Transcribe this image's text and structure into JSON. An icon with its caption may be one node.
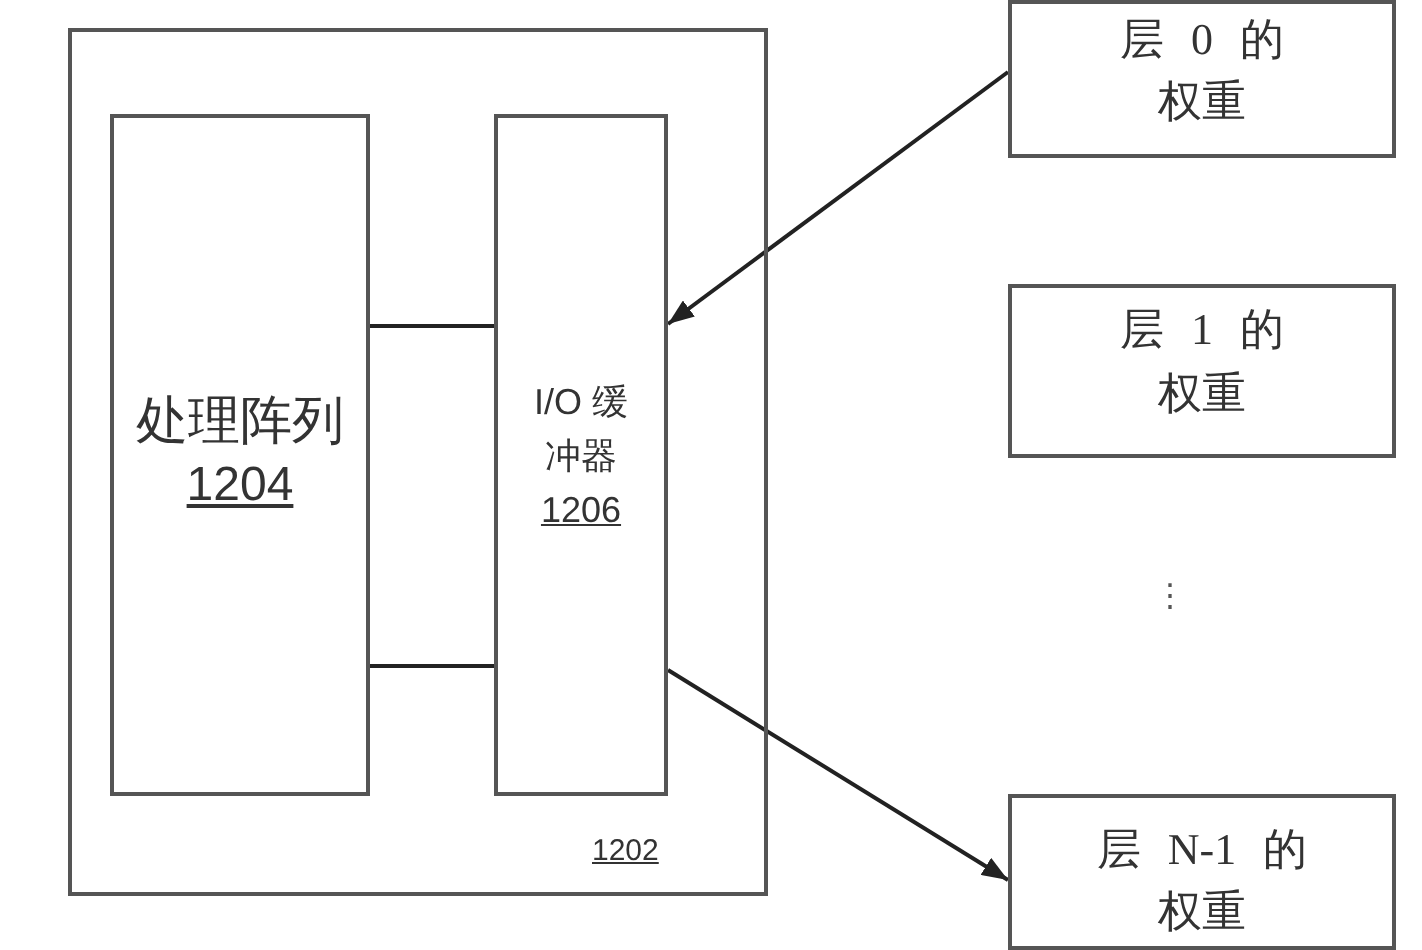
{
  "diagram": {
    "nodes": [
      {
        "text": [
          "1202"
        ]
      },
      {
        "text": [
          "处理阵列",
          "1204"
        ],
        "in": 0
      },
      {
        "text": [
          "I/O 缓冲器",
          "1206"
        ],
        "in": 0
      },
      {
        "text": [
          "层 0 的权重"
        ]
      },
      {
        "text": [
          "层 1 的权重"
        ]
      },
      {
        "text": [
          "层 N-1 的权重"
        ]
      }
    ],
    "edges": [
      {
        "from": 1,
        "to": 2,
        "arrow": "none"
      },
      {
        "from": 1,
        "to": 2,
        "arrow": "none"
      },
      {
        "from": 3,
        "to": 2,
        "arrow": "to"
      },
      {
        "from": 2,
        "to": 5,
        "arrow": "to"
      }
    ],
    "labels": [
      "⋮"
    ]
  }
}
